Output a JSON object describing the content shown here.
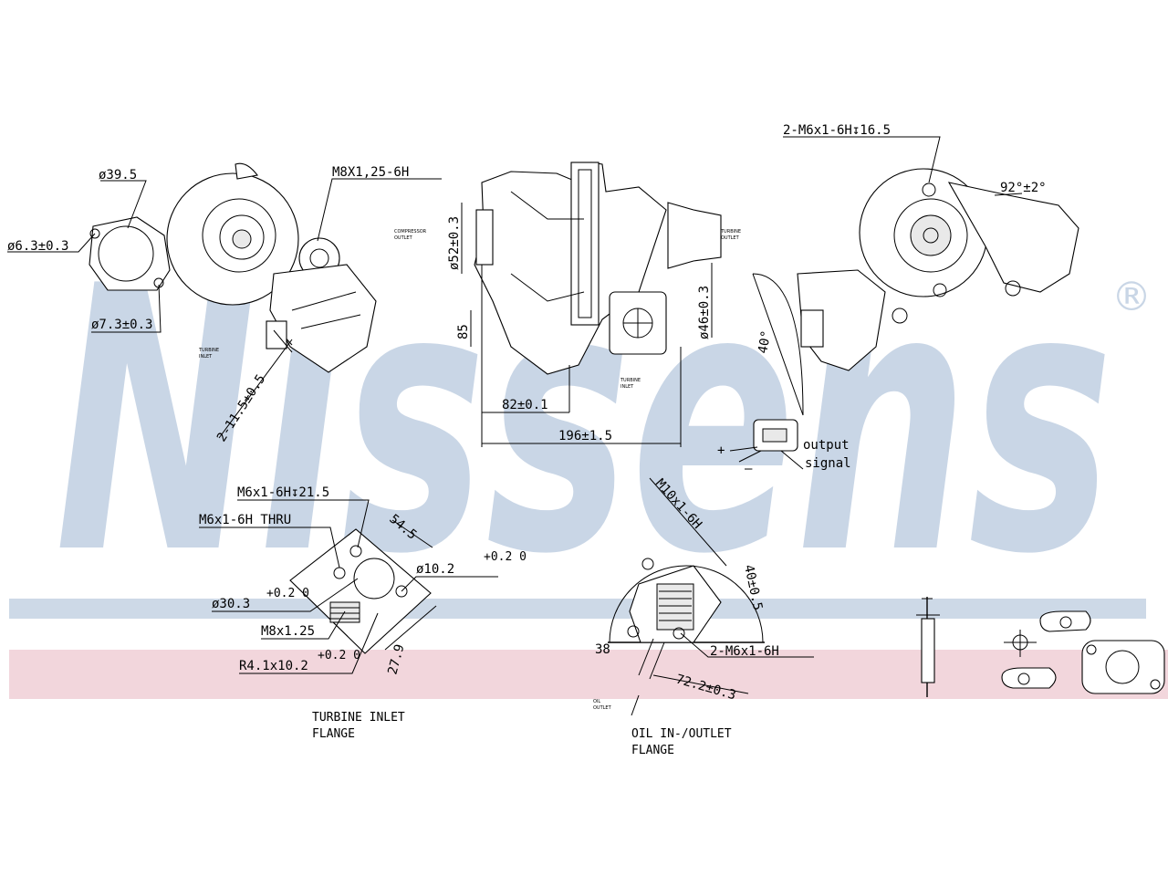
{
  "brand": {
    "watermark_text": "Nissens",
    "registered_mark": "®",
    "watermark_color": "#c9d6e6",
    "band_blue_color": "#cdd9e7",
    "band_pink_color": "#f2d6dc"
  },
  "views": {
    "compressor_view": {
      "dim_inlet_dia": "ø39.5",
      "dim_hole_dia": "ø6.3±0.3",
      "dim_hole_dia2": "ø7.3±0.3",
      "thread_label": "M8X1,25-6H",
      "dim_angle_bolt": "2-11.5±0.5"
    },
    "side_view": {
      "dim_outlet_dia": "ø52±0.3",
      "dim_flange_dia": "ø46±0.3",
      "dim_offset": "85",
      "dim_len_small": "82±0.1",
      "dim_len_total": "196±1.5"
    },
    "turbine_view": {
      "thread_label": "2-M6x1-6H↧16.5",
      "angle": "92°±2°",
      "angle2": "40°"
    },
    "sensor": {
      "plus": "+",
      "minus": "–",
      "output_line1": "output",
      "output_line2": "signal"
    },
    "turbine_inlet_flange": {
      "thread1": "M6x1-6H↧21.5",
      "thread2": "M6x1-6H THRU",
      "dim_545": "54.5",
      "dim_bore": "ø10.2",
      "tol_bore": "+0.2 0",
      "dim_outer": "ø30.3",
      "tol_outer": "+0.2 0",
      "thread3": "M8x1.25",
      "dim_radius": "R4.1x10.2",
      "tol_radius": "+0.2 0",
      "dim_279": "27.9",
      "caption_line1": "TURBINE INLET",
      "caption_line2": "FLANGE"
    },
    "oil_flange": {
      "thread1": "M10x1-6H",
      "dim_40": "40±0.5",
      "dim_38": "38",
      "thread2": "2-M6x1-6H",
      "dim_722": "72.2±0.3",
      "caption_line1": "OIL IN-/OUTLET",
      "caption_line2": "FLANGE"
    }
  }
}
